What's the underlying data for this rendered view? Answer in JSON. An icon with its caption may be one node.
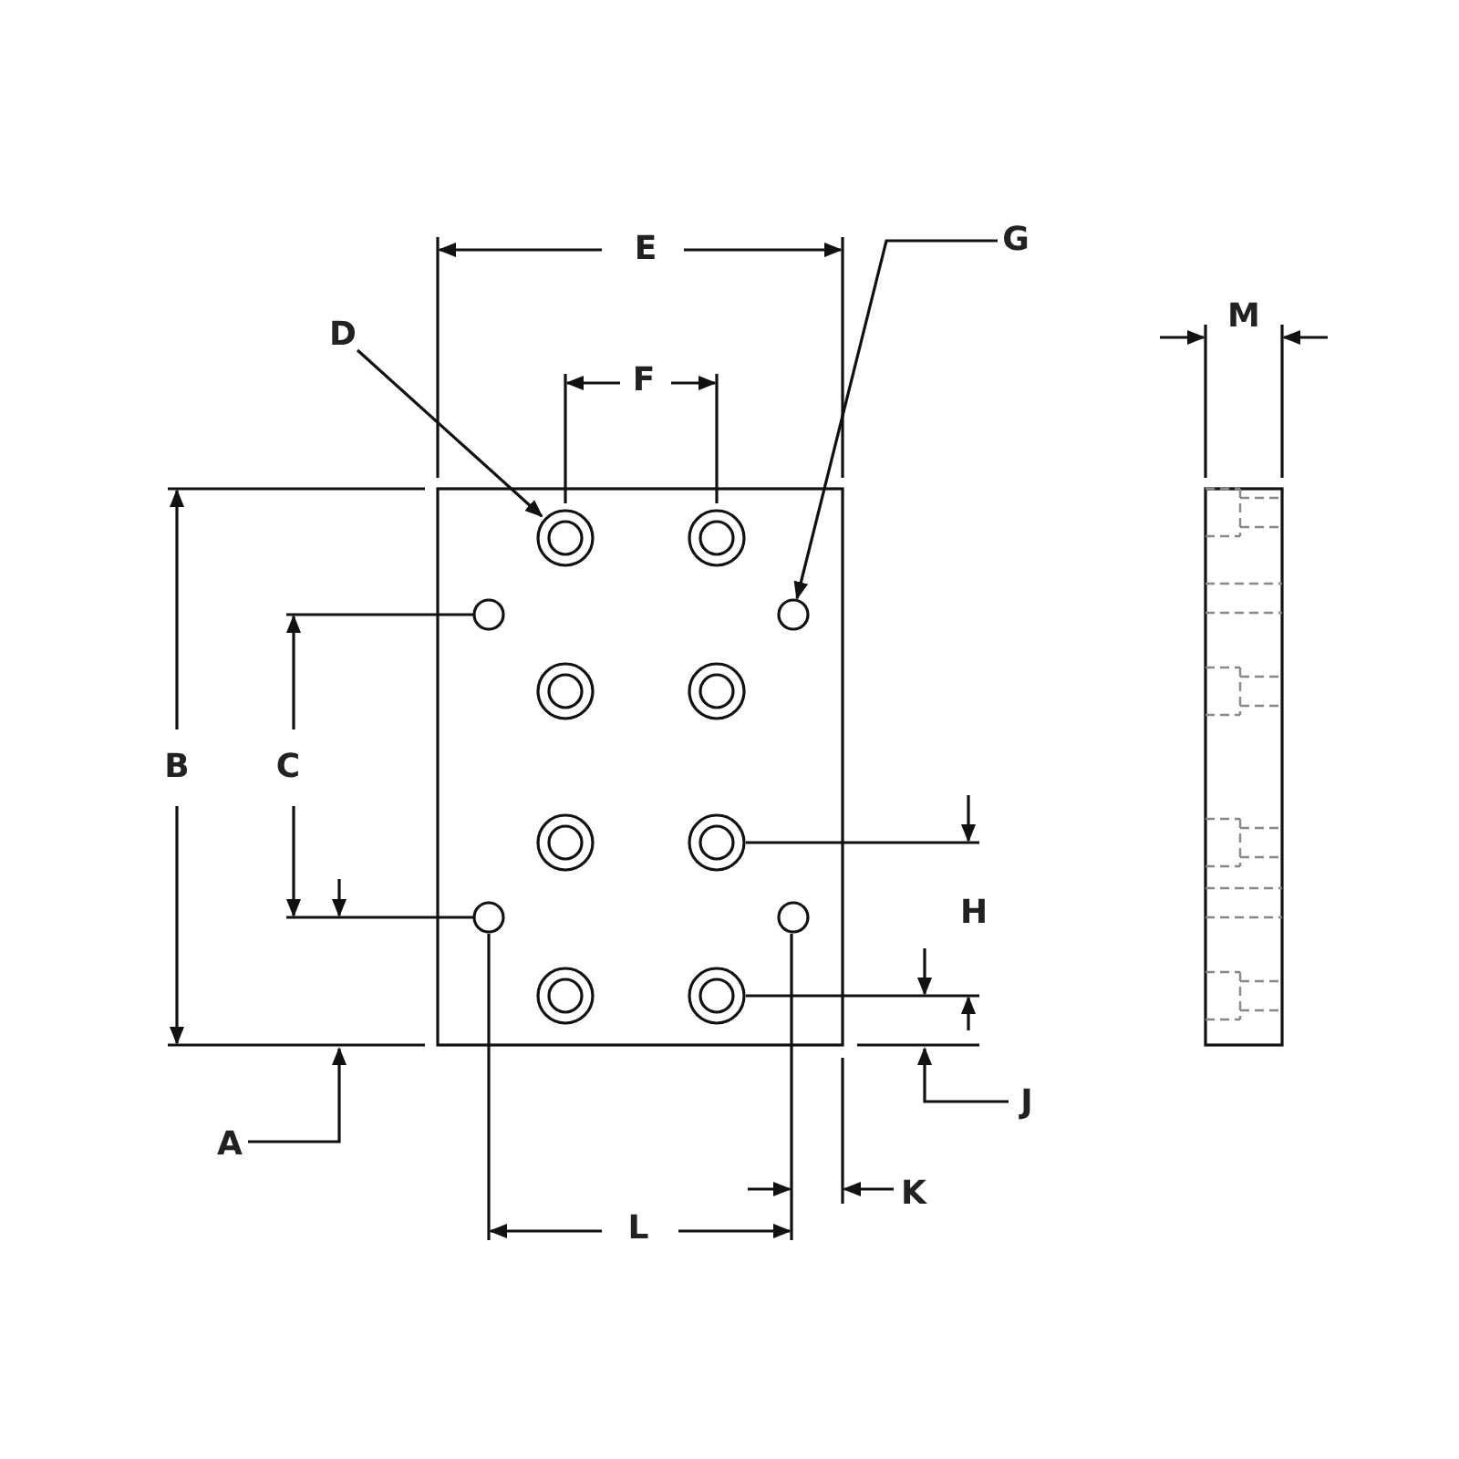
{
  "diagram": {
    "nodes": [
      {
        "text": [
          "D"
        ]
      },
      {
        "text": [
          "G"
        ]
      },
      {
        "text": [],
        "shape": "circle"
      },
      {
        "text": [],
        "shape": "circle"
      },
      {
        "text": [],
        "shape": "circle"
      },
      {
        "text": [],
        "shape": "circle"
      },
      {
        "text": [],
        "shape": "circle"
      },
      {
        "text": [],
        "shape": "circle"
      },
      {
        "text": [],
        "shape": "circle"
      },
      {
        "text": [],
        "shape": "circle"
      },
      {
        "text": [],
        "shape": "circle"
      },
      {
        "text": [],
        "shape": "circle"
      },
      {
        "text": [],
        "shape": "circle"
      },
      {
        "text": [],
        "shape": "circle"
      },
      {
        "text": [
          "A"
        ]
      },
      {
        "text": [
          "J"
        ]
      }
    ],
    "edges": [
      {
        "from": 0,
        "to": 2,
        "arrow": "to"
      },
      {
        "from": 1,
        "to": 5,
        "arrow": "to"
      },
      {
        "from": 14,
        "to": null,
        "arrow": "to"
      },
      {
        "from": 15,
        "to": null,
        "arrow": "to"
      }
    ],
    "labels": [
      "E",
      "M",
      "F",
      "B",
      "C",
      "H",
      "K",
      "L"
    ]
  }
}
